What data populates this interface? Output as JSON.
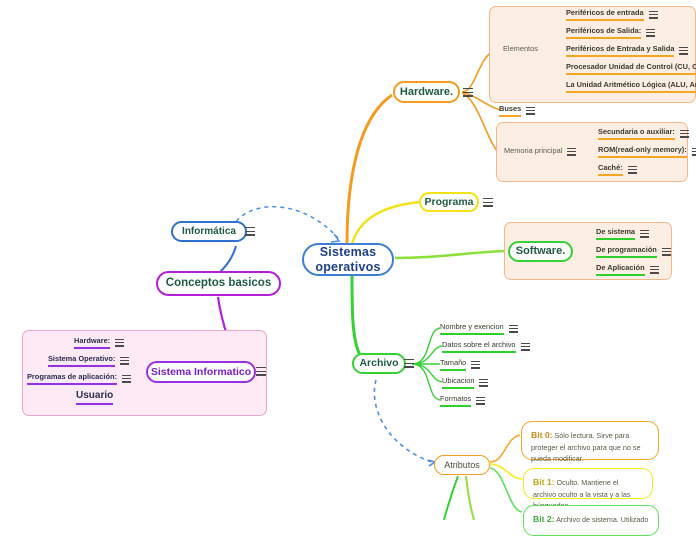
{
  "mindmap": {
    "central": {
      "label": "Sistemas\noperativos"
    },
    "branches": {
      "hardware": {
        "label": "Hardware.",
        "groups": {
          "elementos": {
            "label": "Elementos",
            "items": [
              "Periféricos de entrada",
              "Periféricos de Salida:",
              "Periféricos de Entrada y Salida",
              "Procesador Unidad de Control (CU, Control Uni",
              "La Unidad Aritmético Lógica (ALU, Arithmetic L"
            ]
          },
          "buses": {
            "label": "Buses"
          },
          "memoria": {
            "label": "Memoria principal",
            "items": [
              "Secundaria o auxiliar:",
              "ROM(read-only memory):",
              "Caché:"
            ]
          }
        }
      },
      "programa": {
        "label": "Programa"
      },
      "software": {
        "label": "Software.",
        "items": [
          "De sistema",
          "De programación",
          "De Aplicación"
        ]
      },
      "archivo": {
        "label": "Archivo",
        "items": [
          "Nombre y exencion",
          "Datos sobre el archivo",
          "Tamaño",
          "Ubicacion",
          "Formatos"
        ]
      },
      "atributos": {
        "label": "Atributos",
        "bits": [
          {
            "title": "Bit 0:",
            "text": "Sólo lectura. Sirve para proteger el archivo para que no se pueda modificar."
          },
          {
            "title": "Bit 1:",
            "text": "Oculto. Mantiene el archivo oculto a la vista y a las búsquedas."
          },
          {
            "title": "Bit 2:",
            "text": "Archivo de sistema. Utilizado"
          }
        ]
      },
      "informatica": {
        "label": "Informática"
      },
      "conceptos": {
        "label": "Conceptos basicos"
      },
      "sistema_informatico": {
        "label": "Sistema Informatico",
        "items": [
          "Hardware:",
          "Sistema Operativo:",
          "Programas de aplicación:",
          "Usuario"
        ]
      }
    },
    "colors": {
      "central_border": "#3d7fd4",
      "hardware": "#f39c1f",
      "programa": "#f2e316",
      "software": "#35d135",
      "archivo": "#35d135",
      "informatica": "#2f6fd0",
      "conceptos": "#b41fd8",
      "sistema_informatico": "#9b30e0",
      "group_bg": "#fdeee3",
      "group_bg_purple": "#fdeaf4"
    }
  }
}
